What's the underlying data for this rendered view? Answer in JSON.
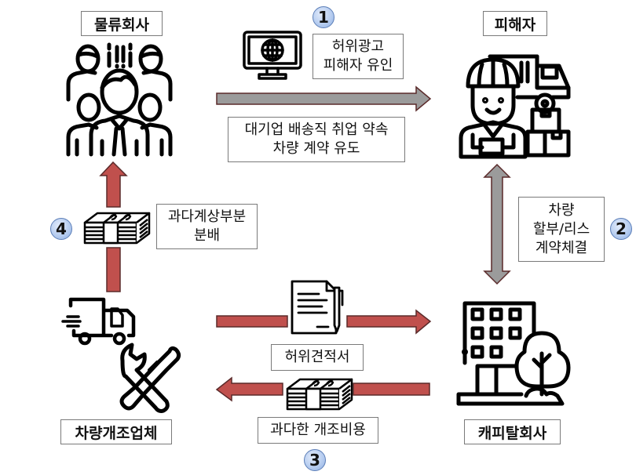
{
  "title": "물류회사 지입 사기 구조도",
  "entities": {
    "logistics": "물류회사",
    "victim": "피해자",
    "tuning": "차량개조업체",
    "capital": "캐피탈회사"
  },
  "steps": [
    {
      "number": "1",
      "lines": [
        "허위광고",
        "피해자 유인"
      ]
    },
    {
      "number": "2",
      "lines": [
        "차량",
        "할부/리스",
        "계약체결"
      ]
    },
    {
      "number": "3",
      "lines": [
        "과다한 개조비용"
      ]
    },
    {
      "number": "4",
      "lines": [
        "과다계상부분",
        "분배"
      ]
    }
  ],
  "notes": {
    "promise": [
      "대기업 배송직 취업 약속",
      "차량 계약 유도"
    ],
    "fake_quote": "허위견적서"
  },
  "colors": {
    "gray_arrow": "#9b9b9b",
    "red_arrow": "#c0504d",
    "arrow_outline": "#5a2a2a",
    "badge_fill": "#b7cdf0",
    "badge_border": "#5d7fb8"
  },
  "icons": {
    "logistics": "group-of-people-icon",
    "victim": "delivery-worker-icon",
    "tuning": "truck-and-tools-icon",
    "capital": "office-building-icon",
    "ad": "monitor-globe-icon",
    "document": "document-pen-icon",
    "money": "money-stack-icon"
  }
}
